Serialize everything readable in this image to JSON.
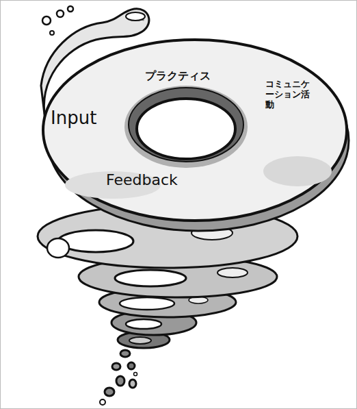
{
  "diagram": {
    "nodes": [
      {
        "text": [
          "プラクティス",
          "コミュニケーション活動",
          "Input",
          "Feedback"
        ]
      }
    ]
  }
}
